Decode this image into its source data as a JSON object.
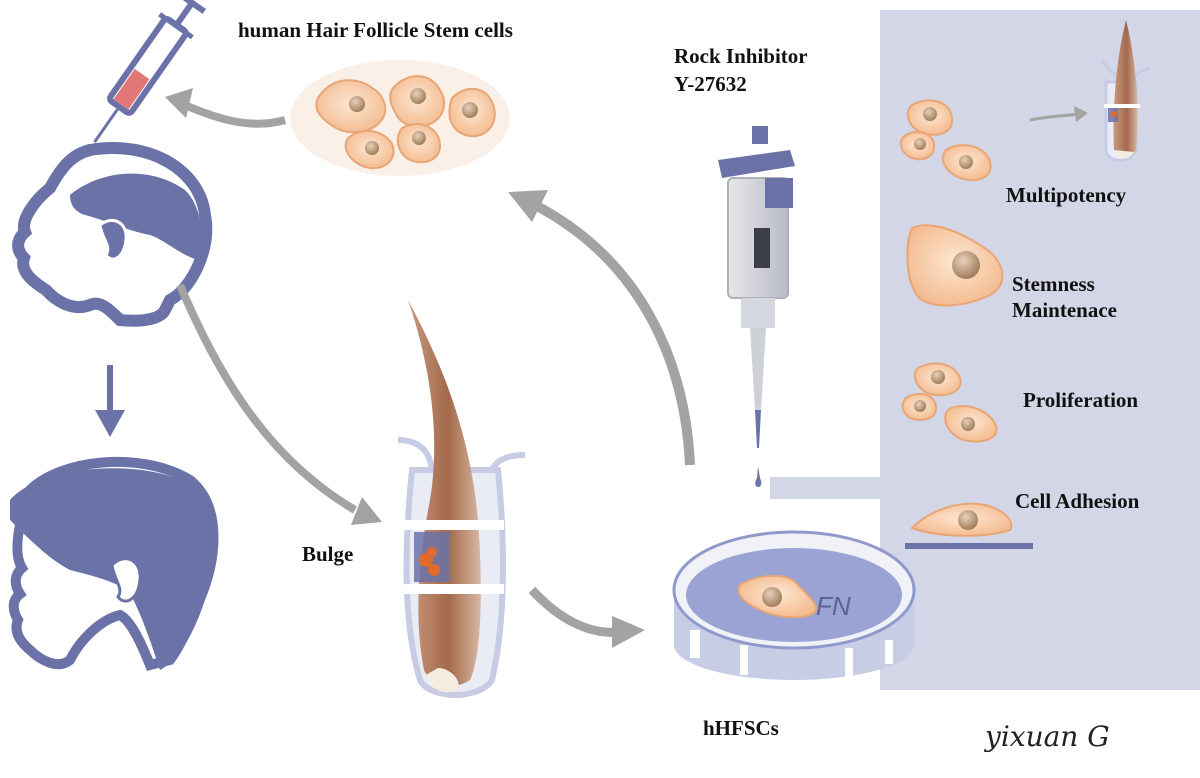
{
  "title": "human Hair Follicle Stem cells",
  "reagent": {
    "line1": "Rock Inhibitor",
    "line2": "Y-27632"
  },
  "effects": {
    "multipotency": "Multipotency",
    "stemness_line1": "Stemness",
    "stemness_line2": "Maintenace",
    "proliferation": "Proliferation",
    "adhesion": "Cell Adhesion"
  },
  "bulge_label": "Bulge",
  "dish_label": "hHFSCs",
  "dish_coating": "FN",
  "signature": "yixuan G",
  "colors": {
    "head": "#6b72a8",
    "arrow": "#a3a3a3",
    "panel": "#d2d6e6",
    "cell_fill": "#f7c9a2",
    "cell_nucleus": "#b58a5f",
    "dish": "#8f99cc",
    "hair": "#b07a5c"
  }
}
